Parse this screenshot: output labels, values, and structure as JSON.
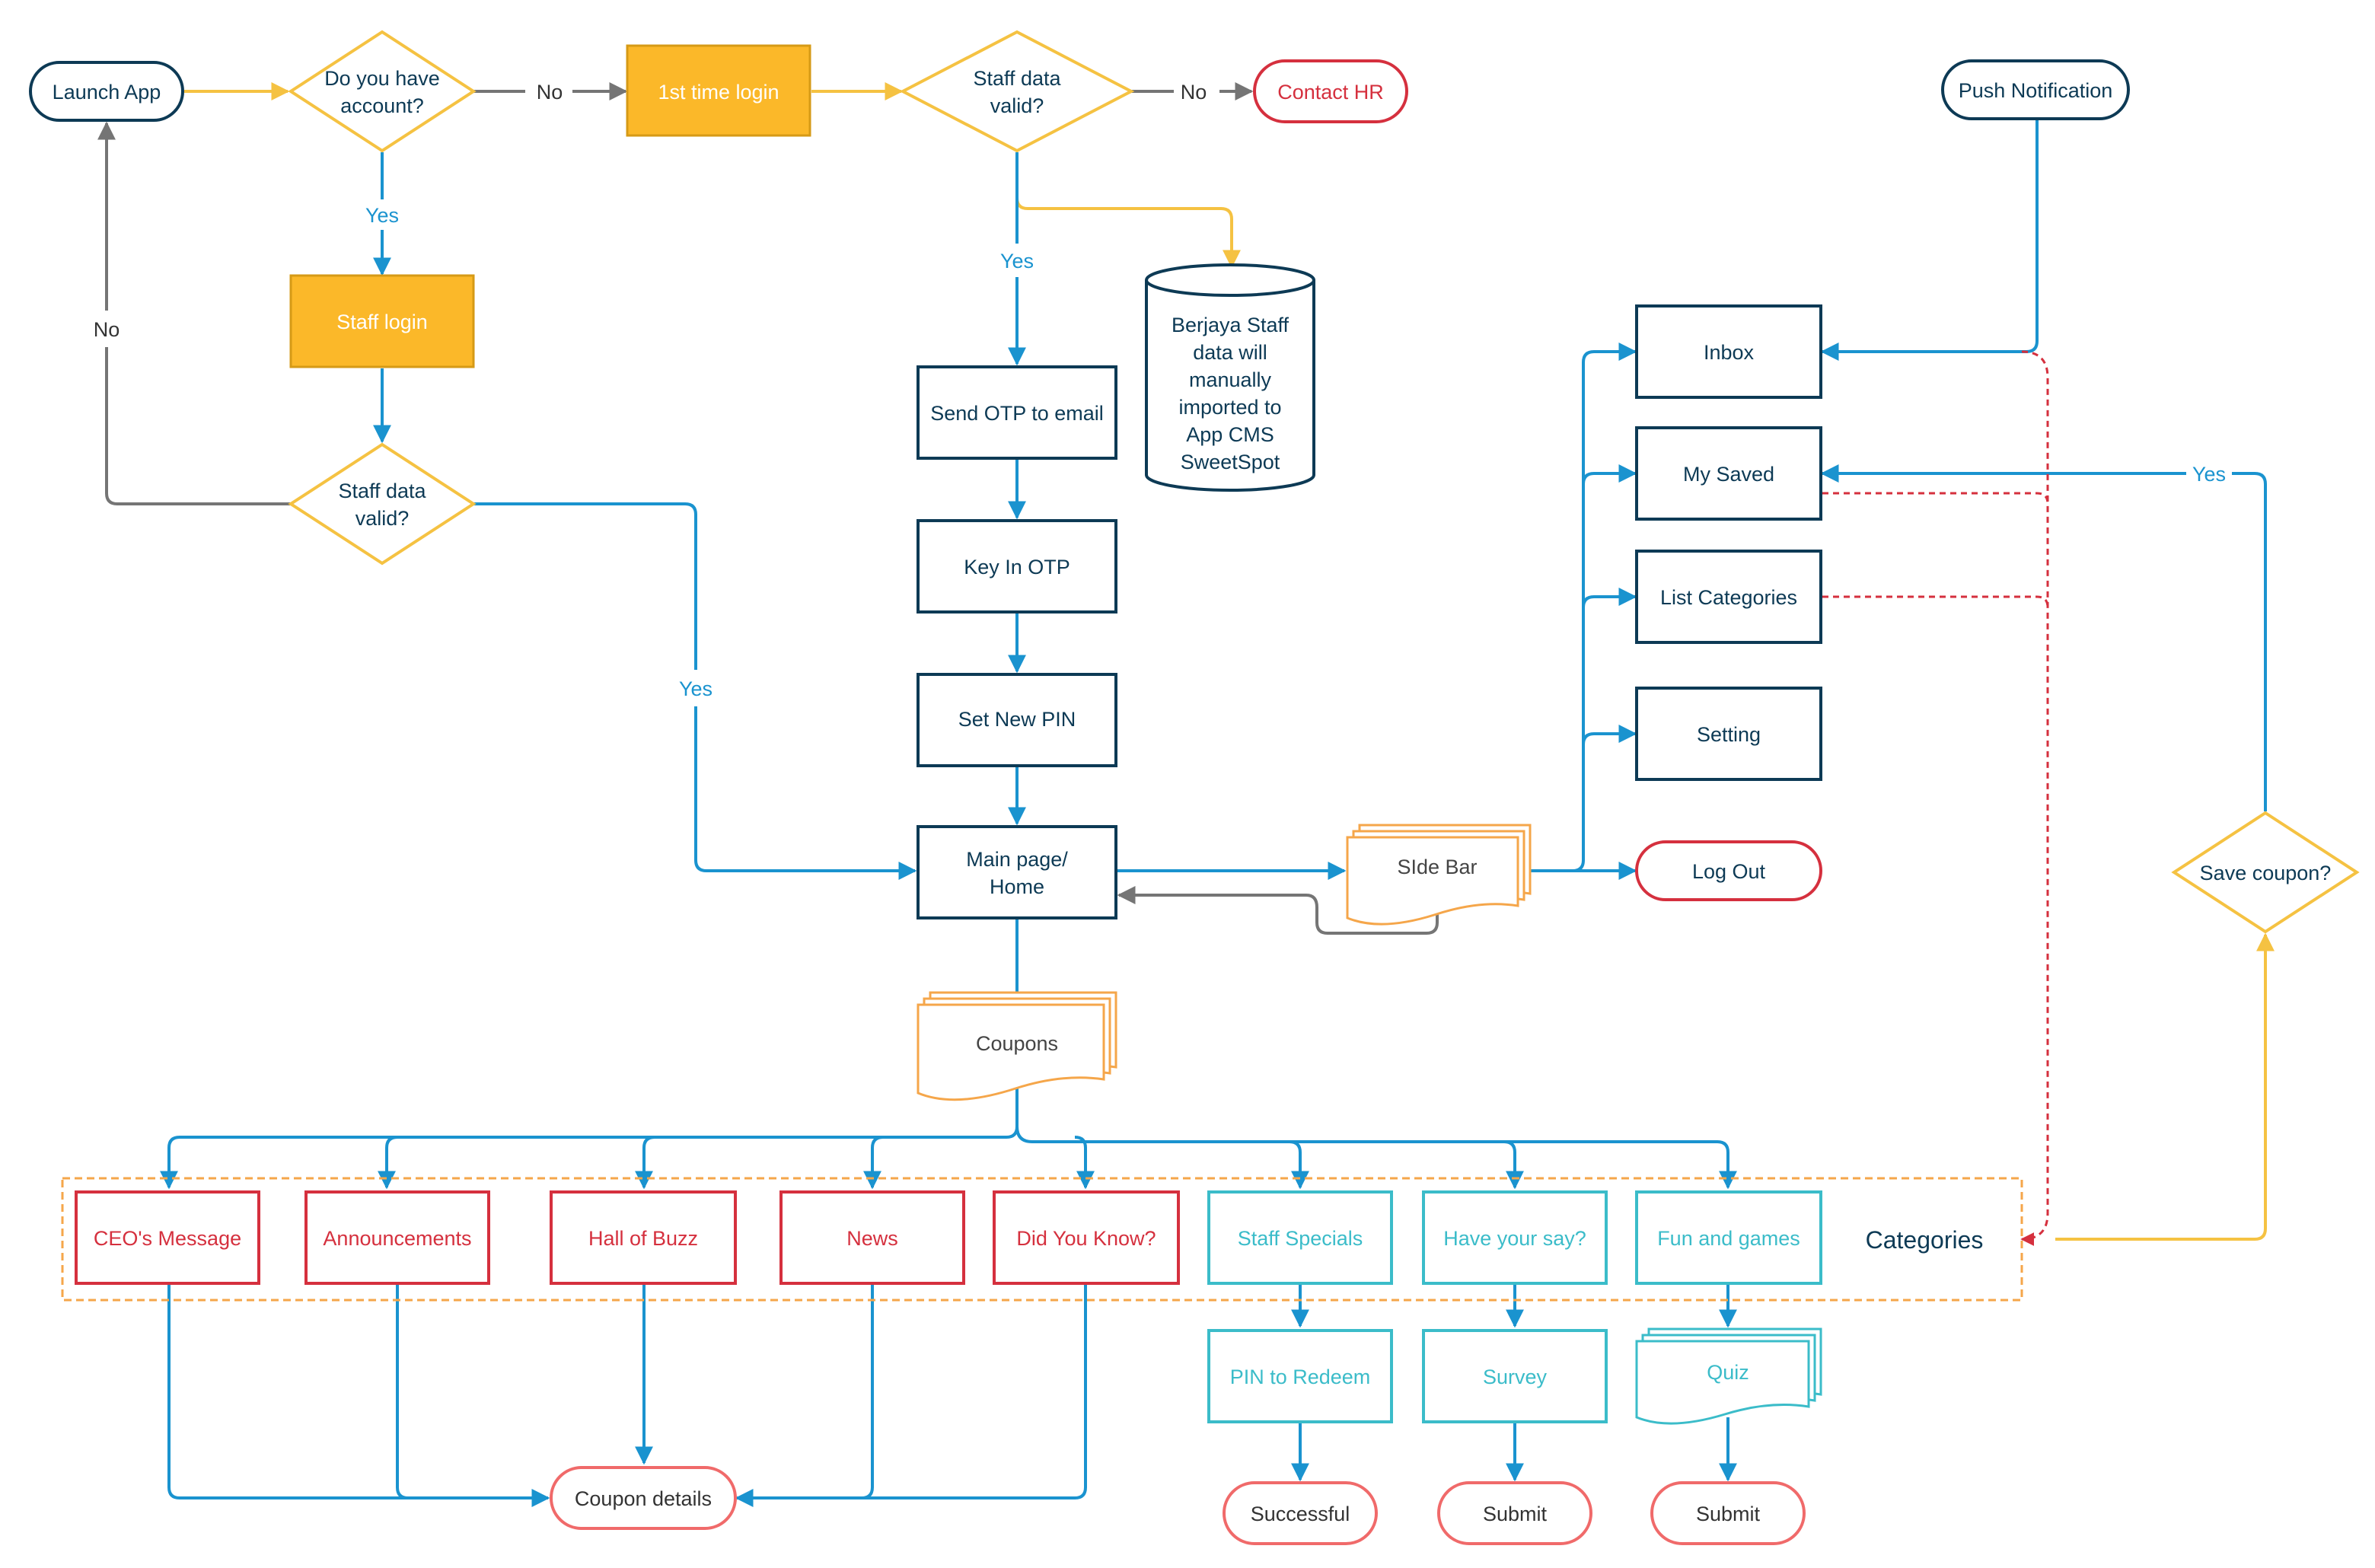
{
  "colors": {
    "navy": "#0d3a55",
    "blue": "#1a93cf",
    "yellow": "#f5c242",
    "gold_fill": "#fbb829",
    "gold_stroke": "#d69a16",
    "red": "#d5303e",
    "teal": "#3bbcc9",
    "orange": "#f5a64a",
    "gray": "#757575"
  },
  "nodes": {
    "launch_app": "Launch App",
    "has_account_1": "Do you have",
    "has_account_2": "account?",
    "first_login": "1st time login",
    "staff_valid_top_1": "Staff data",
    "staff_valid_top_2": "valid?",
    "contact_hr": "Contact HR",
    "push_notification": "Push Notification",
    "staff_login": "Staff login",
    "staff_valid_left_1": "Staff data",
    "staff_valid_left_2": "valid?",
    "db_lines": [
      "Berjaya Staff",
      "data will",
      "manually",
      "imported to",
      "App CMS",
      "SweetSpot"
    ],
    "send_otp": "Send OTP to email",
    "key_otp": "Key In OTP",
    "set_pin": "Set New PIN",
    "main_page_1": "Main page/",
    "main_page_2": "Home",
    "side_bar": "SIde Bar",
    "coupons": "Coupons",
    "inbox": "Inbox",
    "my_saved": "My Saved",
    "list_categories": "List Categories",
    "setting": "Setting",
    "log_out": "Log Out",
    "save_coupon": "Save coupon?",
    "categories_label": "Categories",
    "ceo_message": "CEO's Message",
    "announcements": "Announcements",
    "hall_of_buzz": "Hall of Buzz",
    "news": "News",
    "did_you_know": "Did You Know?",
    "staff_specials": "Staff Specials",
    "have_your_say": "Have your say?",
    "fun_and_games": "Fun and games",
    "coupon_details": "Coupon details",
    "pin_to_redeem": "PIN to Redeem",
    "survey": "Survey",
    "quiz": "Quiz",
    "successful": "Successful",
    "submit_1": "Submit",
    "submit_2": "Submit"
  },
  "edge_labels": {
    "no_account": "No",
    "no_staff_top": "No",
    "no_staff_left": "No",
    "yes_account": "Yes",
    "yes_staff_top": "Yes",
    "yes_staff_left": "Yes",
    "yes_save": "Yes"
  }
}
